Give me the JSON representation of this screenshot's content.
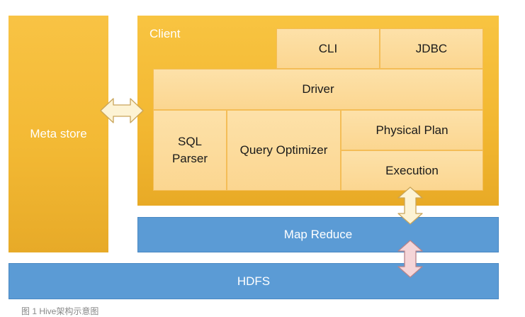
{
  "metastore": {
    "label": "Meta store"
  },
  "client": {
    "label": "Client",
    "cli": "CLI",
    "jdbc": "JDBC",
    "driver": "Driver",
    "sql_parser_line1": "SQL",
    "sql_parser_line2": "Parser",
    "query_optimizer": "Query Optimizer",
    "physical_plan": "Physical Plan",
    "execution": "Execution"
  },
  "mapreduce": {
    "label": "Map Reduce"
  },
  "hdfs": {
    "label": "HDFS"
  },
  "caption": "图 1 Hive架构示意图",
  "colors": {
    "orange": "#f3b934",
    "inner_fill": "#fde1a9",
    "blue": "#5b9bd5",
    "arrow_cream": "#fdf3d4",
    "arrow_pink": "#f5d5d8"
  }
}
